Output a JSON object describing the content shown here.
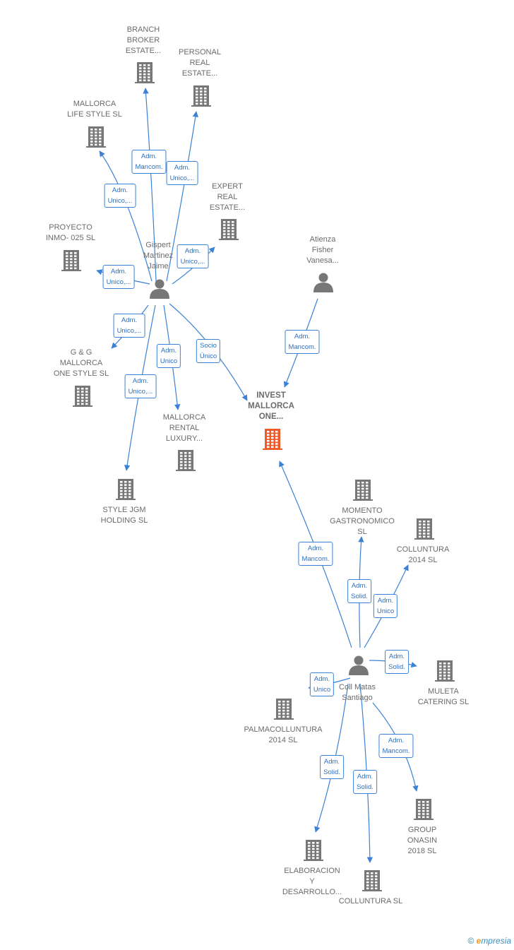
{
  "colors": {
    "edge": "#3b82d6",
    "node": "#777777",
    "focus": "#f05a28"
  },
  "nodes": [
    {
      "id": "branch",
      "type": "company",
      "label": "BRANCH\nBROKER\nESTATE..."
    },
    {
      "id": "personal",
      "type": "company",
      "label": "PERSONAL\nREAL\nESTATE..."
    },
    {
      "id": "mallorca_life",
      "type": "company",
      "label": "MALLORCA\nLIFE STYLE  SL"
    },
    {
      "id": "expert",
      "type": "company",
      "label": "EXPERT\nREAL\nESTATE..."
    },
    {
      "id": "proyecto",
      "type": "company",
      "label": "PROYECTO\nINMO- 025  SL"
    },
    {
      "id": "gispert",
      "type": "person",
      "label": "Gispert\nMartinez\nJaime"
    },
    {
      "id": "atienza",
      "type": "person",
      "label": "Atienza\nFisher\nVanesa..."
    },
    {
      "id": "gg",
      "type": "company",
      "label": "G & G\nMALLORCA\nONE STYLE  SL"
    },
    {
      "id": "invest",
      "type": "company",
      "label": "INVEST\nMALLORCA\nONE...",
      "focus": true
    },
    {
      "id": "rental",
      "type": "company",
      "label": "MALLORCA\nRENTAL\nLUXURY..."
    },
    {
      "id": "style_jgm",
      "type": "company",
      "label": "STYLE JGM\nHOLDING  SL"
    },
    {
      "id": "momento",
      "type": "company",
      "label": "MOMENTO\nGASTRONOMICO\nSL"
    },
    {
      "id": "colluntura2014",
      "type": "company",
      "label": "COLLUNTURA\n2014  SL"
    },
    {
      "id": "coll",
      "type": "person",
      "label": "Coll Matas\nSantiago"
    },
    {
      "id": "muleta",
      "type": "company",
      "label": "MULETA\nCATERING  SL"
    },
    {
      "id": "palma",
      "type": "company",
      "label": "PALMACOLLUNTURA\n2014  SL"
    },
    {
      "id": "group",
      "type": "company",
      "label": "GROUP\nONASIN\n2018  SL"
    },
    {
      "id": "elaboracion",
      "type": "company",
      "label": "ELABORACION\nY\nDESARROLLO..."
    },
    {
      "id": "colluntura",
      "type": "company",
      "label": "COLLUNTURA SL"
    }
  ],
  "edges": [
    {
      "from": "gispert",
      "to": "branch",
      "label": "Adm.\nMancom."
    },
    {
      "from": "gispert",
      "to": "personal",
      "label": "Adm.\nUnico,..."
    },
    {
      "from": "gispert",
      "to": "mallorca_life",
      "label": "Adm.\nUnico,..."
    },
    {
      "from": "gispert",
      "to": "expert",
      "label": "Adm.\nUnico,..."
    },
    {
      "from": "gispert",
      "to": "proyecto",
      "label": "Adm.\nUnico,..."
    },
    {
      "from": "gispert",
      "to": "gg",
      "label": "Adm.\nUnico,..."
    },
    {
      "from": "gispert",
      "to": "style_jgm",
      "label": "Adm.\nUnico,..."
    },
    {
      "from": "gispert",
      "to": "rental",
      "label": "Adm.\nUnico"
    },
    {
      "from": "gispert",
      "to": "invest",
      "label": "Socio\nÚnico"
    },
    {
      "from": "atienza",
      "to": "invest",
      "label": "Adm.\nMancom."
    },
    {
      "from": "coll",
      "to": "invest",
      "label": "Adm.\nMancom."
    },
    {
      "from": "coll",
      "to": "momento",
      "label": "Adm.\nSolid."
    },
    {
      "from": "coll",
      "to": "colluntura2014",
      "label": "Adm.\nUnico"
    },
    {
      "from": "coll",
      "to": "muleta",
      "label": "Adm.\nSolid."
    },
    {
      "from": "coll",
      "to": "palma",
      "label": "Adm.\nUnico"
    },
    {
      "from": "coll",
      "to": "group",
      "label": "Adm.\nMancom."
    },
    {
      "from": "coll",
      "to": "elaboracion",
      "label": "Adm.\nSolid."
    },
    {
      "from": "coll",
      "to": "colluntura",
      "label": "Adm.\nSolid."
    }
  ],
  "footer": {
    "copyright": "©",
    "brand_e": "e",
    "brand_rest": "mpresia"
  }
}
